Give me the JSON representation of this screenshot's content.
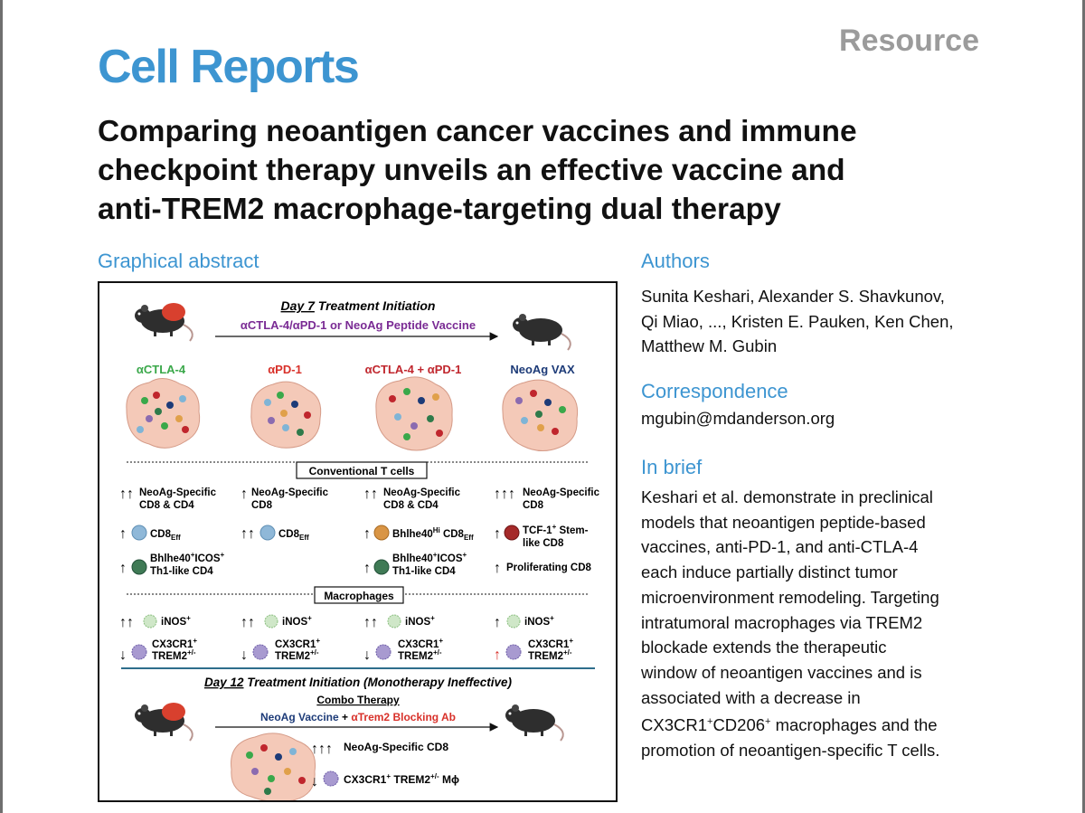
{
  "journal": "Cell Reports",
  "article_type": "Resource",
  "title_lines": [
    "Comparing neoantigen cancer vaccines and immune",
    "checkpoint therapy unveils an effective vaccine and",
    "anti-TREM2 macrophage-targeting dual therapy"
  ],
  "graphical_abstract": {
    "heading": "Graphical abstract",
    "day7_label": "Day 7",
    "day7_rest": " Treatment Initiation",
    "treatments_line": "αCTLA-4/αPD-1 or NeoAg Peptide Vaccine",
    "groups": [
      {
        "label": "αCTLA-4",
        "color": "#3aa84a"
      },
      {
        "label": "αPD-1",
        "color": "#d8312a"
      },
      {
        "label": "αCTLA-4 + αPD-1",
        "color": "#c0262d"
      },
      {
        "label": "NeoAg VAX",
        "color": "#1d3b78"
      }
    ],
    "conventional_label": "Conventional T cells",
    "tcell_rows": [
      [
        "NeoAg-Specific",
        "NeoAg-Specific",
        "NeoAg-Specific",
        "NeoAg-Specific"
      ],
      [
        "CD8 & CD4",
        "CD8",
        "CD8 & CD4",
        "CD8"
      ]
    ],
    "cd8_labels": [
      "CD8",
      "CD8",
      "Bhlhe40",
      "TCF-1"
    ],
    "cd8_sub": [
      "Eff",
      "Eff",
      "Hi",
      "+"
    ],
    "cd8_extra": [
      "",
      "",
      " CD8",
      " Stem-"
    ],
    "cd8_extra_sub": [
      "",
      "",
      "Eff",
      ""
    ],
    "stem_line2": "like CD8",
    "th1_line1": "Bhlhe40",
    "th1_icos": "ICOS",
    "th1_line2": "Th1-like CD4",
    "proliferating": "Proliferating CD8",
    "macrophages_label": "Macrophages",
    "inos": "iNOS",
    "cx3cr1": "CX3CR1",
    "trem2": "TREM2",
    "trem2_sup": "+/-",
    "day12_label": "Day 12",
    "day12_rest": " Treatment Initiation (Monotherapy Ineffective)",
    "combo_label": "Combo Therapy",
    "combo_vaccine": "NeoAg Vaccine",
    "combo_plus": " + ",
    "combo_ab": "αTrem2 Blocking Ab",
    "result_neoag": "NeoAg-Specific CD8",
    "result_cx3": "CX3CR1",
    "result_trem2": " TREM2",
    "result_mphi": " Mϕ",
    "colors": {
      "brand": "#3d95d1",
      "purple": "#7a2b94",
      "navy": "#1d3b78",
      "red": "#d8312a",
      "green": "#3aa84a",
      "tumor": "#f4c9b8"
    }
  },
  "authors": {
    "heading": "Authors",
    "lines": [
      "Sunita Keshari, Alexander S. Shavkunov,",
      "Qi Miao, ..., Kristen E. Pauken, Ken Chen,",
      "Matthew M. Gubin"
    ]
  },
  "correspondence": {
    "heading": "Correspondence",
    "email": "mgubin@mdanderson.org"
  },
  "in_brief": {
    "heading": "In brief",
    "lines": [
      "Keshari et al. demonstrate in preclinical",
      "models that neoantigen peptide-based",
      "vaccines, anti-PD-1, and anti-CTLA-4",
      "each induce partially distinct tumor",
      "microenvironment remodeling. Targeting",
      "intratumoral macrophages via TREM2",
      "blockade extends the therapeutic",
      "window of neoantigen vaccines and is",
      "associated with a decrease in",
      "macrophages and the",
      "promotion of neoantigen-specific T cells."
    ],
    "cx_a": "CX3CR1",
    "cx_b": "CD206"
  }
}
